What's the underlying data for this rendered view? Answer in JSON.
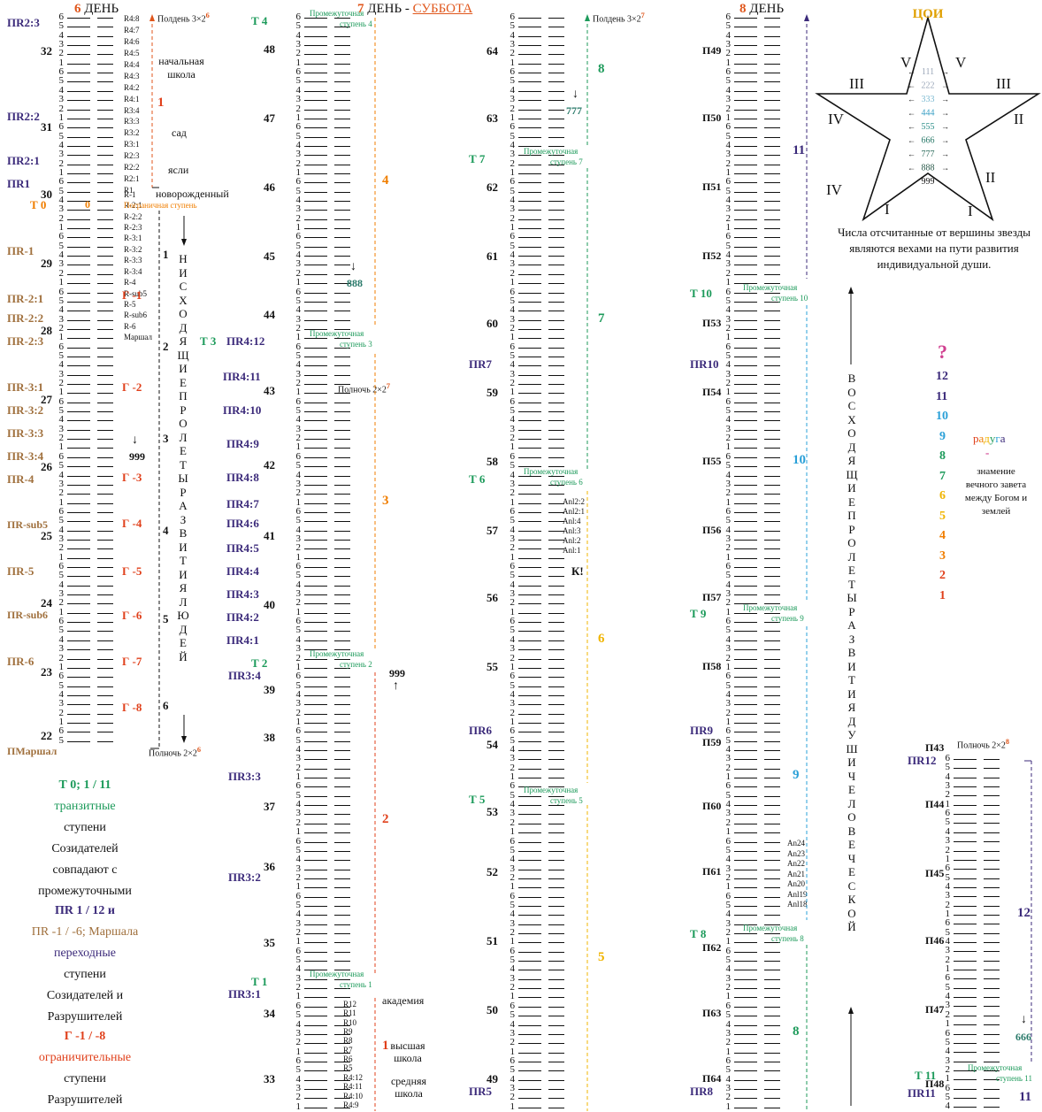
{
  "headers": {
    "day6": {
      "num": "6",
      "label": "ДЕНЬ"
    },
    "day7": {
      "num": "7",
      "label": "ДЕНЬ -",
      "suffix": "СУББОТА"
    },
    "day8": {
      "num": "8",
      "label": "ДЕНЬ"
    },
    "noon1": "Полдень 3×2",
    "noon1_sup": "6",
    "noon2": "Полдень 3×2",
    "noon2_sup": "7",
    "midnight1": "Полночь 2×2",
    "midnight1_sup": "6",
    "midnight2": "Полночь 2×2",
    "midnight2_sup": "7",
    "midnight3": "Полночь 2×2",
    "midnight3_sup": "8"
  },
  "col1": {
    "big_numbers": [
      "32",
      "31",
      "30",
      "29",
      "28",
      "27",
      "26",
      "25",
      "24",
      "23",
      "22"
    ],
    "left_labels": [
      {
        "text": "ПR2:3",
        "cls": "pr"
      },
      {
        "text": "ПR2:2",
        "cls": "pr"
      },
      {
        "text": "ПR2:1",
        "cls": "pr"
      },
      {
        "text": "ПR1",
        "cls": "pr"
      },
      {
        "text": "Т 0",
        "cls": "t0"
      },
      {
        "text": "ПR-1",
        "cls": "prm"
      },
      {
        "text": "ПR-2:1",
        "cls": "prm"
      },
      {
        "text": "ПR-2:2",
        "cls": "prm"
      },
      {
        "text": "ПR-2:3",
        "cls": "prm"
      },
      {
        "text": "ПR-3:1",
        "cls": "prm"
      },
      {
        "text": "ПR-3:2",
        "cls": "prm"
      },
      {
        "text": "ПR-3:3",
        "cls": "prm"
      },
      {
        "text": "ПR-3:4",
        "cls": "prm"
      },
      {
        "text": "ПR-4",
        "cls": "prm"
      },
      {
        "text": "ПR-sub5",
        "cls": "prm"
      },
      {
        "text": "ПR-5",
        "cls": "prm"
      },
      {
        "text": "ПR-sub6",
        "cls": "prm"
      },
      {
        "text": "ПR-6",
        "cls": "prm"
      },
      {
        "text": "ПМаршал",
        "cls": "prm"
      }
    ],
    "right_codes": [
      "R4:8",
      "R4:7",
      "R4:6",
      "R4:5",
      "R4:4",
      "R4:3",
      "R4:2",
      "R4:1",
      "R3:4",
      "R3:3",
      "R3:2",
      "R3:1",
      "R2:3",
      "R2:2",
      "R2:1",
      "R1",
      "R-1",
      "R-2:1",
      "R-2:2",
      "R-2:3",
      "R-3:1",
      "R-3:2",
      "R-3:3",
      "R-3:4",
      "R-4",
      "R-sub5",
      "R-5",
      "R-sub6",
      "R-6",
      "Маршал"
    ],
    "stages": [
      "начальная школа",
      "сад",
      "ясли",
      "новорожденный"
    ],
    "border_step": "Пограничная ступень",
    "border_num": "0",
    "g_labels": [
      "Г -1",
      "Г -2",
      "Г -3",
      "Г -4",
      "Г -5",
      "Г -6",
      "Г -7",
      "Г -8"
    ],
    "mark_999": "999",
    "descending_text": "НИСХОДЯЩИЕ ПРОЛЕТЫ РАЗВИТИЯ ЛЮДЕЙ",
    "section_nums": [
      "1",
      "2",
      "3",
      "4",
      "5",
      "6"
    ]
  },
  "col2": {
    "big_numbers": [
      "48",
      "47",
      "46",
      "45",
      "44",
      "43",
      "42",
      "41",
      "40",
      "39",
      "38",
      "37",
      "36",
      "35",
      "34",
      "33"
    ],
    "left_labels": [
      "Т 4",
      "Т 3",
      "ПR4:12",
      "ПR4:11",
      "ПR4:10",
      "ПR4:9",
      "ПR4:8",
      "ПR4:7",
      "ПR4:6",
      "ПR4:5",
      "ПR4:4",
      "ПR4:3",
      "ПR4:2",
      "ПR4:1",
      "Т 2",
      "ПR3:4",
      "ПR3:3",
      "ПR3:2",
      "Т 1",
      "ПR3:1"
    ],
    "intermediate": "Промежуточная ступень",
    "codes_bottom": [
      "R12",
      "R11",
      "R10",
      "R9",
      "R8",
      "R7",
      "R6",
      "R5",
      "R4:12",
      "R4:11",
      "R4:10",
      "R4:9"
    ],
    "stages": [
      "академия",
      "высшая школа",
      "средняя школа"
    ],
    "mark_888": "888",
    "mark_999": "999",
    "section_nums": [
      "4",
      "3",
      "2",
      "1"
    ]
  },
  "col3": {
    "big_numbers": [
      "64",
      "63",
      "62",
      "61",
      "60",
      "59",
      "58",
      "57",
      "56",
      "55",
      "54",
      "53",
      "52",
      "51",
      "50",
      "49"
    ],
    "left_labels": [
      "Т 7",
      "ПR7",
      "Т 6",
      "ПR6",
      "Т 5",
      "ПR5"
    ],
    "anl_codes": [
      "Anl2:2",
      "Anl2:1",
      "Anl:4",
      "Anl:3",
      "Anl:2",
      "Anl:1"
    ],
    "k_mark": "К!",
    "mark_777": "777",
    "section_nums": [
      "8",
      "7",
      "6",
      "5"
    ]
  },
  "col4": {
    "big_numbers": [
      "П49",
      "П50",
      "П51",
      "П52",
      "П53",
      "П54",
      "П55",
      "П56",
      "П57",
      "П58",
      "П59",
      "П60",
      "П61",
      "П62",
      "П63",
      "П64"
    ],
    "left_labels": [
      "Т 10",
      "ПR10",
      "Т 9",
      "ПR9",
      "Т 8",
      "ПR8"
    ],
    "an_codes": [
      "An24",
      "An23",
      "An22",
      "An21",
      "An20",
      "Anl19",
      "Anl18"
    ],
    "section_nums": [
      "11",
      "10",
      "9",
      "8"
    ],
    "ascending_text": "ВОСХОДЯЩИЕ ПРОЛЕТЫ РАЗВИТИЯ ДУШИ ЧЕЛОВЕЧЕСКОЙ"
  },
  "col5": {
    "big_numbers": [
      "П43",
      "П44",
      "П45",
      "П46",
      "П47",
      "П48"
    ],
    "left_labels": [
      "ПR12",
      "Т 11",
      "ПR11"
    ],
    "mark_666": "666",
    "section_nums": [
      "12",
      "11"
    ]
  },
  "star": {
    "top": "ЦОИ",
    "roman_left": [
      "V",
      "III",
      "IV",
      "IV",
      "I"
    ],
    "roman_right": [
      "V",
      "III",
      "II",
      "II",
      "I"
    ],
    "numbers": [
      "111",
      "222",
      "333",
      "444",
      "555",
      "666",
      "777",
      "888",
      "999"
    ],
    "number_colors": [
      "#9aa6b8",
      "#9aa6b8",
      "#7ab8d0",
      "#3a9fc4",
      "#2e8f8a",
      "#2a7a6a",
      "#2a6a5a",
      "#2a5a4a",
      "#111111"
    ],
    "caption": "Числа отсчитанные от вершины звезды являются вехами на пути развития индивидуальной души."
  },
  "rainbow": {
    "question": "?",
    "numbers": [
      "12",
      "11",
      "10",
      "9",
      "8",
      "7",
      "6",
      "5",
      "4",
      "3",
      "2",
      "1"
    ],
    "colors": [
      "#3b2a7a",
      "#3b2a7a",
      "#2aa0d8",
      "#2aa0d8",
      "#1c9a5a",
      "#1c9a5a",
      "#f0b400",
      "#f0b400",
      "#f07e00",
      "#f07e00",
      "#e0401b",
      "#e0401b"
    ],
    "word": "радуга",
    "dash": "-",
    "caption": "знамение вечного завета между Богом и землей"
  },
  "legend": {
    "t_line1": "Т 0; 1 / 11",
    "t_line2": "транзитные",
    "t_line3": "ступени",
    "t_line4": "Созидателей",
    "t_line5": "совпадают с",
    "t_line6": "промежуточными",
    "pr_line1": "ПR 1 / 12 и",
    "pr_line2": "ПR -1 / -6; Маршала",
    "pr_line3": "переходные",
    "pr_line4": "ступени",
    "pr_line5": "Созидателей и",
    "pr_line6": "Разрушителей",
    "g_line1": "Г -1 / -8",
    "g_line2": "ограничительные",
    "g_line3": "ступени",
    "g_line4": "Разрушителей"
  }
}
